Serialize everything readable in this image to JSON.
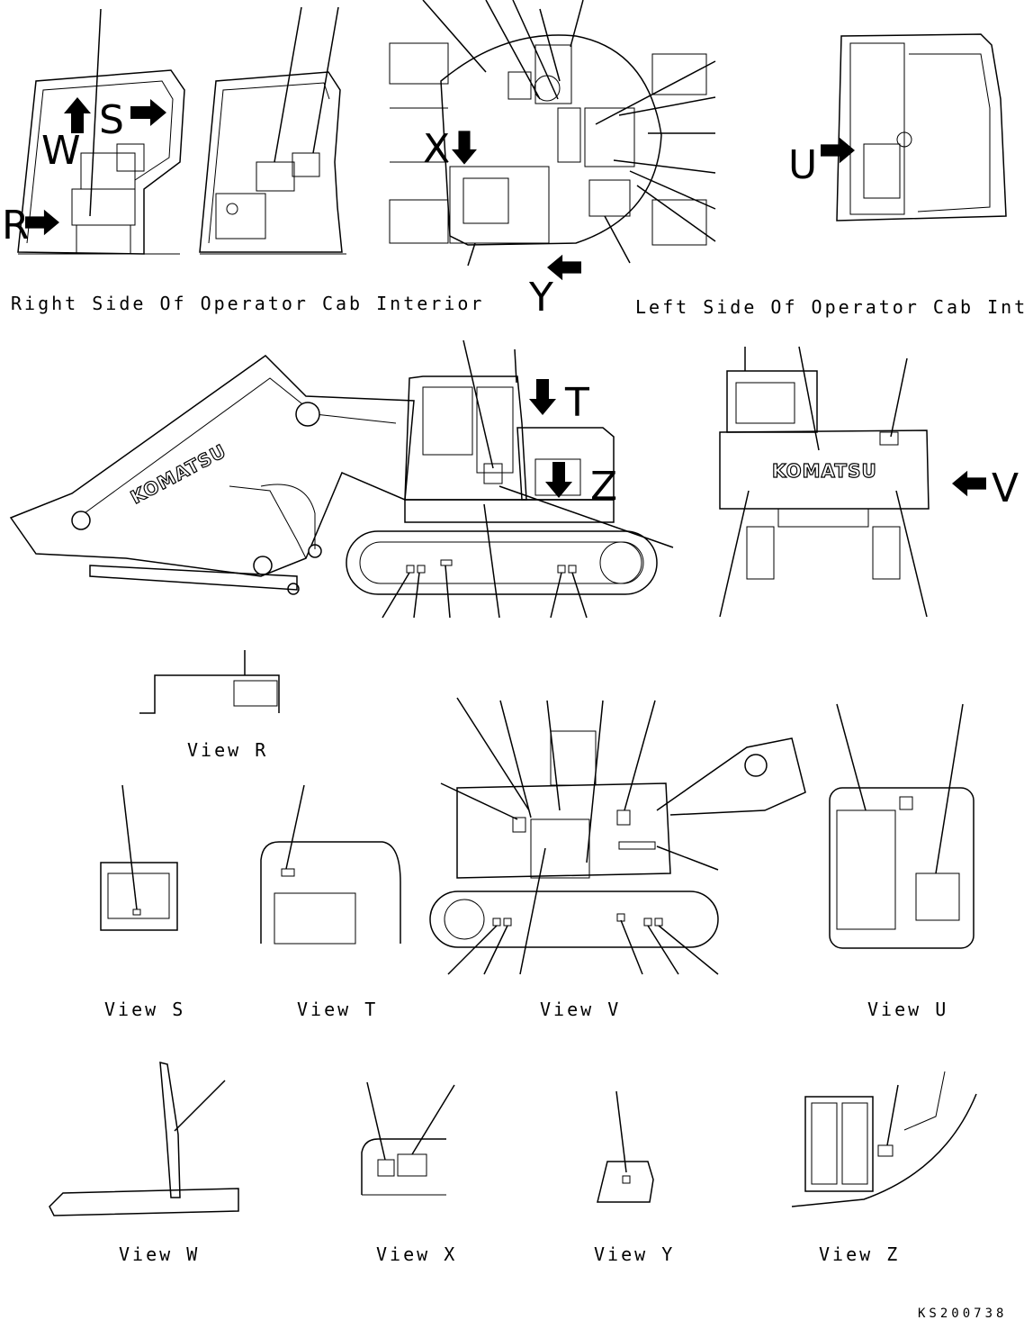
{
  "captions": {
    "cab_right": "Right Side Of Operator Cab Interior",
    "cab_left": "Left Side Of Operator Cab Interior",
    "view_r": "View R",
    "view_s": "View S",
    "view_t": "View T",
    "view_v": "View V",
    "view_u": "View U",
    "view_w": "View W",
    "view_x": "View X",
    "view_y": "View Y",
    "view_z": "View Z"
  },
  "view_letters": {
    "r": "R",
    "s": "S",
    "w": "W",
    "x": "X",
    "y": "Y",
    "t": "T",
    "z": "Z",
    "u": "U",
    "v": "V"
  },
  "brand": {
    "logo_side": "KOMATSU",
    "logo_rear": "KOMATSU"
  },
  "drawing_code": "KS200738"
}
